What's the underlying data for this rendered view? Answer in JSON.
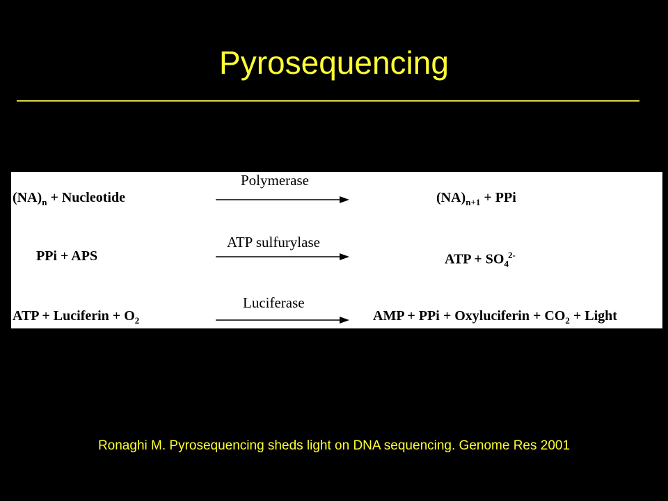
{
  "slide": {
    "title": "Pyrosequencing",
    "citation": "Ronaghi M. Pyrosequencing sheds light on DNA sequencing. Genome Res 2001"
  },
  "reactions": [
    {
      "enzyme": "Polymerase",
      "left": {
        "a": "(NA)",
        "a_sub": "n",
        "b": " + Nucleotide"
      },
      "right": {
        "a": "(NA)",
        "a_sub": "n+1",
        "b": " + PPi"
      }
    },
    {
      "enzyme": "ATP sulfurylase",
      "left": {
        "a": "PPi + APS"
      },
      "right": {
        "a": "ATP + SO",
        "a_sub": "4",
        "a_sup": "2-"
      }
    },
    {
      "enzyme": "Luciferase",
      "left": {
        "a": "ATP + Luciferin + O",
        "a_sub": "2"
      },
      "right": {
        "a": "AMP + PPi + Oxyluciferin + CO",
        "a_sub": "2",
        "b": " + Light"
      }
    }
  ],
  "colors": {
    "background": "#000000",
    "accent": "#ffff33",
    "panel": "#ffffff",
    "ink": "#000000"
  }
}
